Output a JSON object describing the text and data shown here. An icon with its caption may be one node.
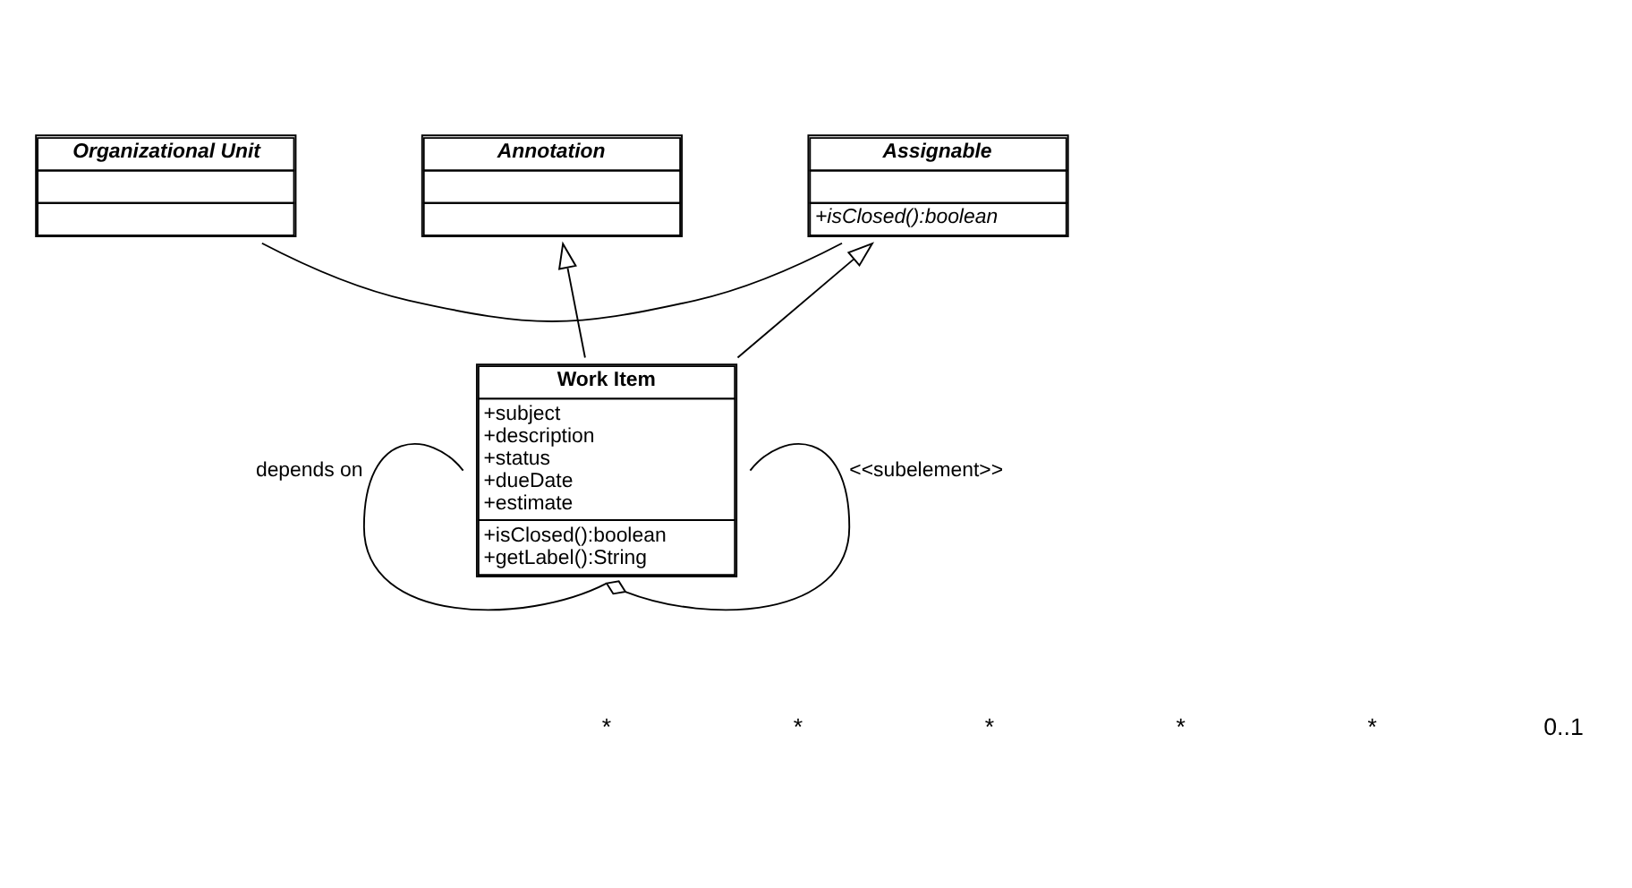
{
  "diagram": {
    "nodes": [
      {
        "text": [
          "Annotation"
        ]
      },
      {
        "text": [
          "Assignable",
          "+isClosed():boolean"
        ]
      },
      {
        "text": [
          "Organizational Unit"
        ]
      },
      {
        "text": [
          "Work Item",
          "+subject",
          "+description",
          "+status",
          "+dueDate",
          "+estimate",
          "+isClosed():boolean",
          "+getLabel():String"
        ]
      }
    ],
    "edges": [
      {
        "from": 3,
        "to": 0,
        "arrow": "to"
      },
      {
        "from": 3,
        "to": 1,
        "arrow": "to"
      },
      {
        "from": 1,
        "to": 2,
        "arrow": "none"
      },
      {
        "from": 3,
        "to": 3,
        "arrow": "none",
        "label": "depends on"
      },
      {
        "from": 3,
        "to": 3,
        "arrow": "other",
        "label": "<<subelement>>"
      }
    ],
    "labels": [
      "*",
      "*",
      "*",
      "*",
      "*",
      "0..1"
    ]
  }
}
